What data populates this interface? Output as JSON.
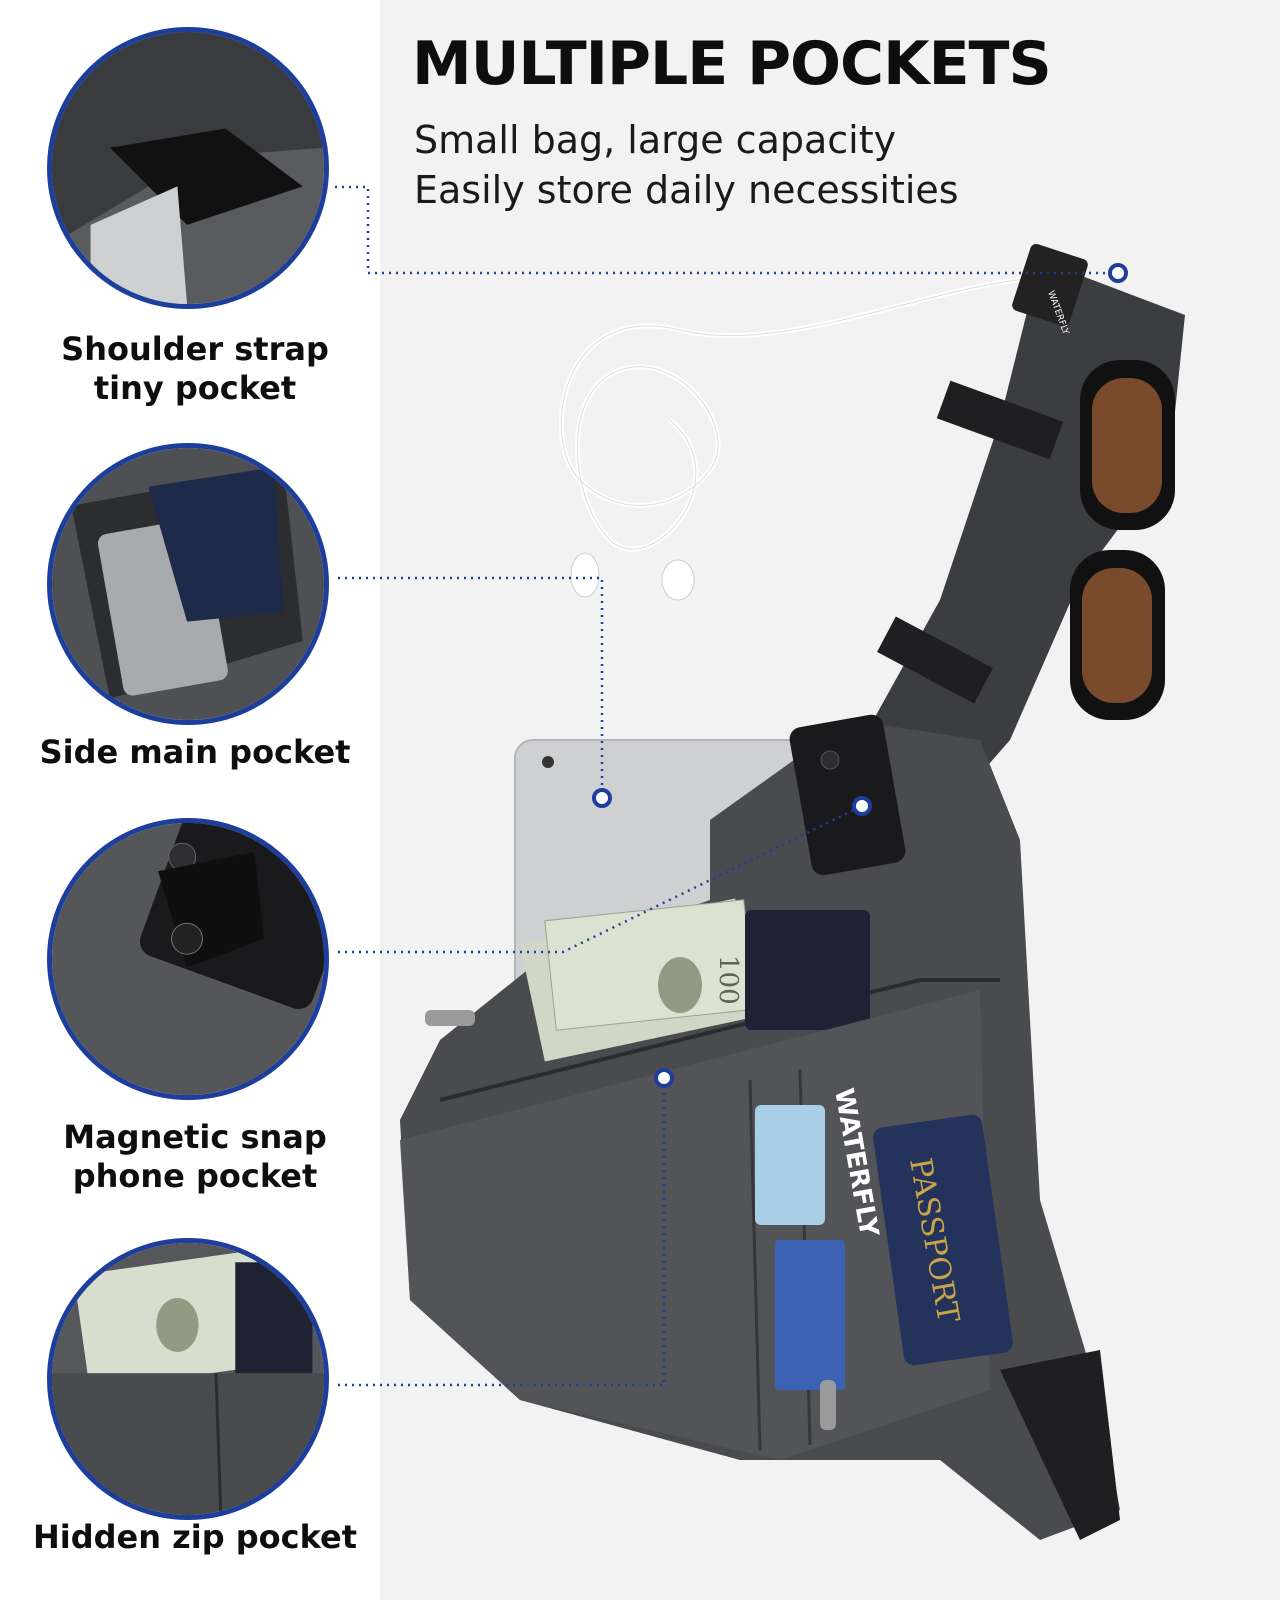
{
  "headline": "MULTIPLE POCKETS",
  "subline_1": "Small bag, large capacity",
  "subline_2": "Easily store daily necessities",
  "features": [
    {
      "line1": "Shoulder strap",
      "line2": "tiny pocket"
    },
    {
      "line1": "Side main pocket",
      "line2": ""
    },
    {
      "line1": "Magnetic snap",
      "line2": "phone pocket"
    },
    {
      "line1": "Hidden zip pocket",
      "line2": ""
    }
  ],
  "bag_brand": "WATERFLY",
  "strap_brand": "WATERFLY",
  "passport_label": "PASSPORT",
  "banknote_value": "100",
  "colors": {
    "accent": "#1d3f9b",
    "bag": "#4a4b4f",
    "panel": "#f2f2f2"
  }
}
